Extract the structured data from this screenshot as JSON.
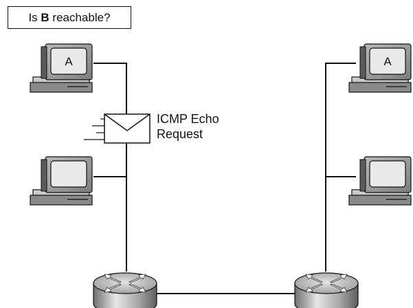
{
  "question": {
    "prefix": "Is ",
    "target": "B",
    "suffix": " reachable?"
  },
  "packet_caption": {
    "line1": "ICMP Echo",
    "line2": "Request"
  },
  "hosts": {
    "left_top_label": "A",
    "right_top_label": "A"
  },
  "colors": {
    "line": "#111111",
    "monitor_face": "#9a9a9a",
    "screen": "#e8e8e8",
    "router_top": "#c8c8c8"
  }
}
